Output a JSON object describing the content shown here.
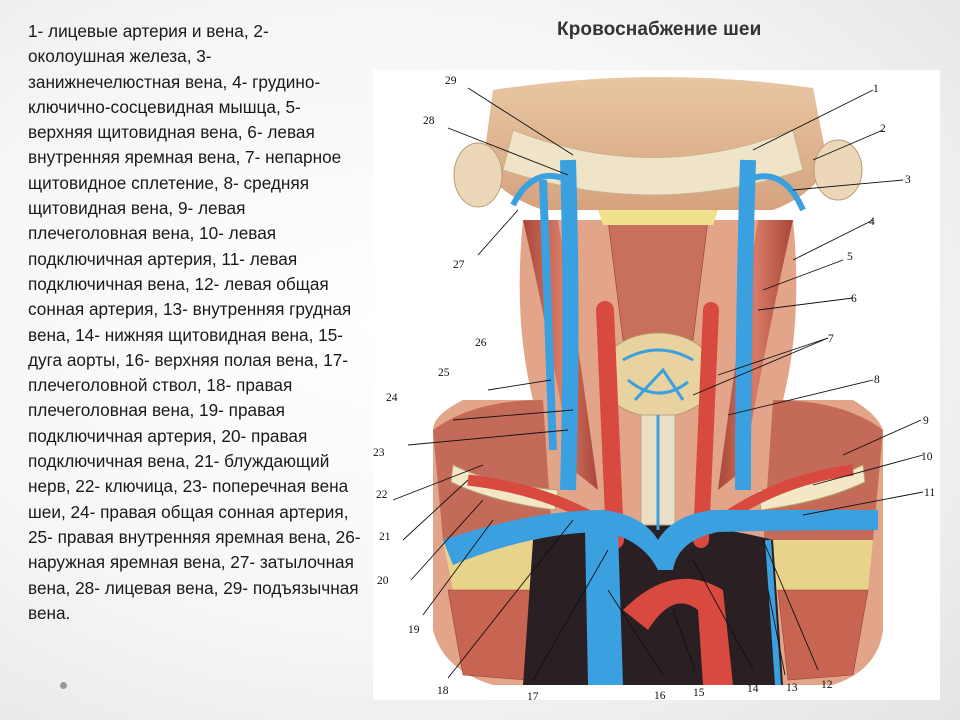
{
  "slide": {
    "title": "Кровоснабжение шеи",
    "legend_text": "1- лицевые артерия и вена, 2- околоушная железа, 3- занижнечелюстная вена, 4- грудино-ключично-сосцевидная мышца, 5- верхняя щитовидная вена, 6- левая внутренняя яремная вена, 7- непарное щитовидное сплетение, 8- средняя щитовидная вена, 9- левая плечеголовная вена, 10- левая подключичная артерия, 11- левая подключичная вена, 12- левая общая сонная артерия, 13- внутренняя грудная вена, 14- нижняя щитовидная вена, 15- дуга аорты, 16- верхняя полая вена, 17- плечеголовной ствол, 18- правая плечеголовная вена, 19- правая подключичная артерия, 20- правая подключичная вена, 21- блуждающий нерв, 22- ключица, 23- поперечная вена шеи, 24- правая общая сонная артерия, 25- правая внутренняя яремная вена, 26- наружная яремная вена, 27- затылочная вена, 28- лицевая вена, 29- подъязычная вена."
  },
  "diagram": {
    "labels": {
      "n1": "1",
      "n2": "2",
      "n3": "3",
      "n4": "4",
      "n5": "5",
      "n6": "6",
      "n7": "7",
      "n8": "8",
      "n9": "9",
      "n10": "10",
      "n11": "11",
      "n12": "12",
      "n13": "13",
      "n14": "14",
      "n15": "15",
      "n16": "16",
      "n17": "17",
      "n18": "18",
      "n19": "19",
      "n20": "20",
      "n21": "21",
      "n22": "22",
      "n23": "23",
      "n24": "24",
      "n25": "25",
      "n26": "26",
      "n27": "27",
      "n28": "28",
      "n29": "29"
    },
    "colors": {
      "vein": "#3aa0e0",
      "artery": "#d9534a",
      "muscle": "#c0614f",
      "fat": "#e9d98a",
      "skin": "#f2dcc2",
      "bone": "#f1ead5"
    }
  }
}
